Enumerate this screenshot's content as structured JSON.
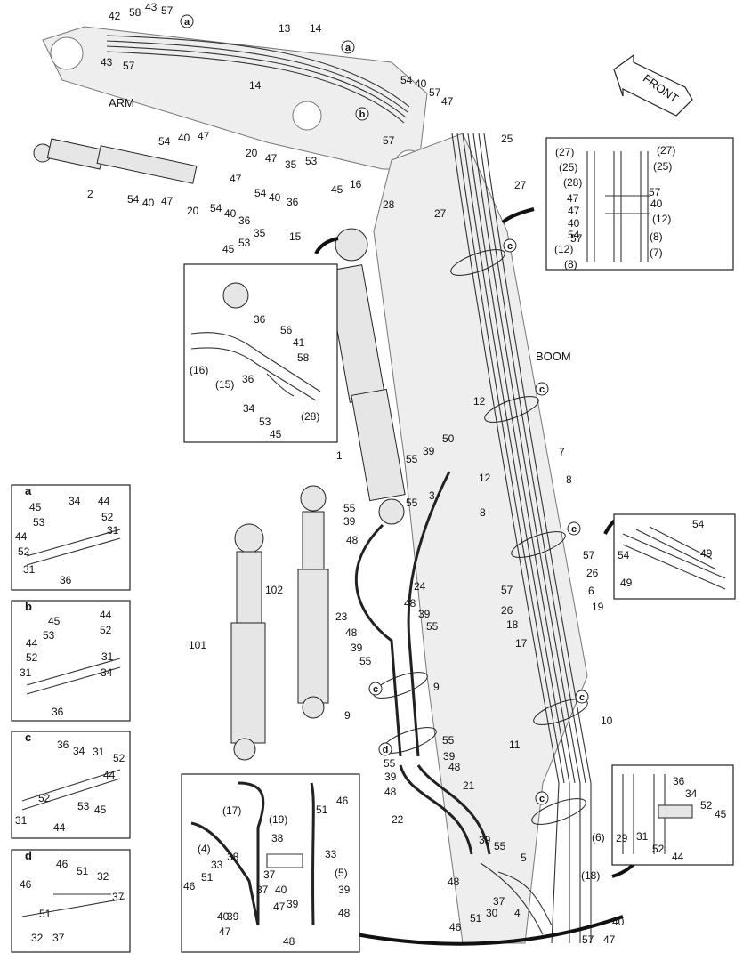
{
  "labels": {
    "arm": "ARM",
    "boom": "BOOM",
    "front": "FRONT"
  },
  "main_callouts": [
    {
      "text": "42"
    },
    {
      "text": "58"
    },
    {
      "text": "43"
    },
    {
      "text": "57"
    },
    {
      "text": "43"
    },
    {
      "text": "57"
    },
    {
      "text": "13"
    },
    {
      "text": "14"
    },
    {
      "text": "14"
    },
    {
      "text": "54"
    },
    {
      "text": "40"
    },
    {
      "text": "57"
    },
    {
      "text": "47"
    },
    {
      "text": "57"
    },
    {
      "text": "25"
    },
    {
      "text": "27"
    },
    {
      "text": "27"
    },
    {
      "text": "54"
    },
    {
      "text": "40"
    },
    {
      "text": "47"
    },
    {
      "text": "20"
    },
    {
      "text": "47"
    },
    {
      "text": "35"
    },
    {
      "text": "53"
    },
    {
      "text": "45"
    },
    {
      "text": "16"
    },
    {
      "text": "2"
    },
    {
      "text": "54"
    },
    {
      "text": "40"
    },
    {
      "text": "47"
    },
    {
      "text": "20"
    },
    {
      "text": "47"
    },
    {
      "text": "54"
    },
    {
      "text": "40"
    },
    {
      "text": "36"
    },
    {
      "text": "28"
    },
    {
      "text": "54"
    },
    {
      "text": "40"
    },
    {
      "text": "36"
    },
    {
      "text": "15"
    },
    {
      "text": "45"
    },
    {
      "text": "53"
    },
    {
      "text": "35"
    },
    {
      "text": "1"
    },
    {
      "text": "55"
    },
    {
      "text": "39"
    },
    {
      "text": "50"
    },
    {
      "text": "3"
    },
    {
      "text": "55"
    },
    {
      "text": "55"
    },
    {
      "text": "39"
    },
    {
      "text": "48"
    },
    {
      "text": "12"
    },
    {
      "text": "7"
    },
    {
      "text": "12"
    },
    {
      "text": "8"
    },
    {
      "text": "8"
    },
    {
      "text": "57"
    },
    {
      "text": "26"
    },
    {
      "text": "6"
    },
    {
      "text": "57"
    },
    {
      "text": "26"
    },
    {
      "text": "19"
    },
    {
      "text": "18"
    },
    {
      "text": "17"
    },
    {
      "text": "10"
    },
    {
      "text": "11"
    },
    {
      "text": "102"
    },
    {
      "text": "24"
    },
    {
      "text": "23"
    },
    {
      "text": "48"
    },
    {
      "text": "39"
    },
    {
      "text": "55"
    },
    {
      "text": "48"
    },
    {
      "text": "39"
    },
    {
      "text": "55"
    },
    {
      "text": "101"
    },
    {
      "text": "9"
    },
    {
      "text": "9"
    },
    {
      "text": "55"
    },
    {
      "text": "55"
    },
    {
      "text": "39"
    },
    {
      "text": "39"
    },
    {
      "text": "48"
    },
    {
      "text": "48"
    },
    {
      "text": "22"
    },
    {
      "text": "21"
    },
    {
      "text": "39"
    },
    {
      "text": "55"
    },
    {
      "text": "5"
    },
    {
      "text": "48"
    },
    {
      "text": "37"
    },
    {
      "text": "30"
    },
    {
      "text": "4"
    },
    {
      "text": "46"
    },
    {
      "text": "51"
    },
    {
      "text": "(6)"
    },
    {
      "text": "(18)"
    },
    {
      "text": "40"
    },
    {
      "text": "57"
    },
    {
      "text": "47"
    }
  ],
  "inset_top_right": [
    {
      "text": "(27)"
    },
    {
      "text": "(27)"
    },
    {
      "text": "(25)"
    },
    {
      "text": "(25)"
    },
    {
      "text": "(28)"
    },
    {
      "text": "47"
    },
    {
      "text": "57"
    },
    {
      "text": "47"
    },
    {
      "text": "40"
    },
    {
      "text": "40"
    },
    {
      "text": "57"
    },
    {
      "text": "(12)"
    },
    {
      "text": "54"
    },
    {
      "text": "(8)"
    },
    {
      "text": "(12)"
    },
    {
      "text": "(7)"
    },
    {
      "text": "(8)"
    }
  ],
  "inset_center": [
    {
      "text": "36"
    },
    {
      "text": "56"
    },
    {
      "text": "41"
    },
    {
      "text": "58"
    },
    {
      "text": "(16)"
    },
    {
      "text": "(15)"
    },
    {
      "text": "36"
    },
    {
      "text": "34"
    },
    {
      "text": "53"
    },
    {
      "text": "45"
    },
    {
      "text": "(28)"
    }
  ],
  "inset_right_mid": [
    {
      "text": "54"
    },
    {
      "text": "54"
    },
    {
      "text": "49"
    },
    {
      "text": "49"
    }
  ],
  "inset_a": {
    "tag": "a",
    "callouts": [
      {
        "text": "45"
      },
      {
        "text": "34"
      },
      {
        "text": "44"
      },
      {
        "text": "53"
      },
      {
        "text": "52"
      },
      {
        "text": "44"
      },
      {
        "text": "31"
      },
      {
        "text": "52"
      },
      {
        "text": "31"
      },
      {
        "text": "36"
      }
    ]
  },
  "inset_b": {
    "tag": "b",
    "callouts": [
      {
        "text": "44"
      },
      {
        "text": "45"
      },
      {
        "text": "52"
      },
      {
        "text": "53"
      },
      {
        "text": "44"
      },
      {
        "text": "52"
      },
      {
        "text": "31"
      },
      {
        "text": "31"
      },
      {
        "text": "34"
      },
      {
        "text": "36"
      }
    ]
  },
  "inset_c": {
    "tag": "c",
    "callouts": [
      {
        "text": "36"
      },
      {
        "text": "34"
      },
      {
        "text": "31"
      },
      {
        "text": "52"
      },
      {
        "text": "44"
      },
      {
        "text": "31"
      },
      {
        "text": "52"
      },
      {
        "text": "53"
      },
      {
        "text": "45"
      },
      {
        "text": "44"
      }
    ]
  },
  "inset_d": {
    "tag": "d",
    "callouts": [
      {
        "text": "46"
      },
      {
        "text": "51"
      },
      {
        "text": "32"
      },
      {
        "text": "46"
      },
      {
        "text": "37"
      },
      {
        "text": "51"
      },
      {
        "text": "32"
      },
      {
        "text": "37"
      }
    ]
  },
  "inset_bottom_center": [
    {
      "text": "(17)"
    },
    {
      "text": "(19)"
    },
    {
      "text": "51"
    },
    {
      "text": "46"
    },
    {
      "text": "(4)"
    },
    {
      "text": "38"
    },
    {
      "text": "33"
    },
    {
      "text": "37"
    },
    {
      "text": "(5)"
    },
    {
      "text": "33"
    },
    {
      "text": "38"
    },
    {
      "text": "51"
    },
    {
      "text": "37"
    },
    {
      "text": "46"
    },
    {
      "text": "39"
    },
    {
      "text": "40"
    },
    {
      "text": "39"
    },
    {
      "text": "47"
    },
    {
      "text": "48"
    },
    {
      "text": "40"
    },
    {
      "text": "39"
    },
    {
      "text": "47"
    },
    {
      "text": "48"
    }
  ],
  "inset_bottom_right": [
    {
      "text": "36"
    },
    {
      "text": "34"
    },
    {
      "text": "52"
    },
    {
      "text": "45"
    },
    {
      "text": "29"
    },
    {
      "text": "31"
    },
    {
      "text": "52"
    },
    {
      "text": "44"
    }
  ],
  "circle_tags": [
    {
      "text": "a"
    },
    {
      "text": "a"
    },
    {
      "text": "b"
    },
    {
      "text": "c"
    },
    {
      "text": "c"
    },
    {
      "text": "c"
    },
    {
      "text": "c"
    },
    {
      "text": "c"
    },
    {
      "text": "c"
    },
    {
      "text": "d"
    },
    {
      "text": "d"
    }
  ]
}
